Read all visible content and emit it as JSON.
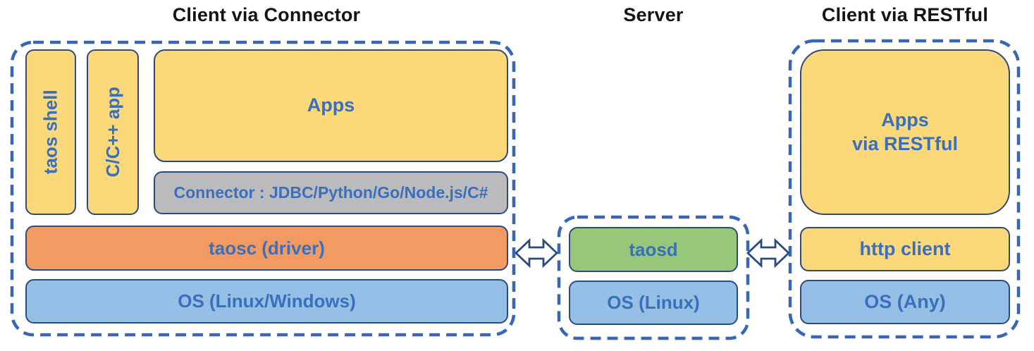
{
  "colors": {
    "yellow": "#FBD87A",
    "orange": "#F19A62",
    "blue": "#95BFE4",
    "green": "#97C778",
    "gray": "#BBBBBD",
    "box_border": "#2A4A80",
    "dashed_border": "#3767B4",
    "label_text": "#3A6FBD",
    "title_text": "#141414"
  },
  "groups": [
    {
      "title": "Client via Connector",
      "boxes": [
        {
          "label": "taos shell"
        },
        {
          "label": "C/C++ app"
        },
        {
          "label": "Apps"
        },
        {
          "label": "Connector : JDBC/Python/Go/Node.js/C#"
        },
        {
          "label": "taosc (driver)"
        },
        {
          "label": "OS (Linux/Windows)"
        }
      ]
    },
    {
      "title": "Server",
      "boxes": [
        {
          "label": "taosd"
        },
        {
          "label": "OS (Linux)"
        }
      ]
    },
    {
      "title": "Client via RESTful",
      "boxes": [
        {
          "label": "Apps\nvia RESTful"
        },
        {
          "label": "http client"
        },
        {
          "label": "OS (Any)"
        }
      ]
    }
  ],
  "arrows": [
    {
      "name": "client-connector-to-server"
    },
    {
      "name": "server-to-restful-client"
    }
  ]
}
